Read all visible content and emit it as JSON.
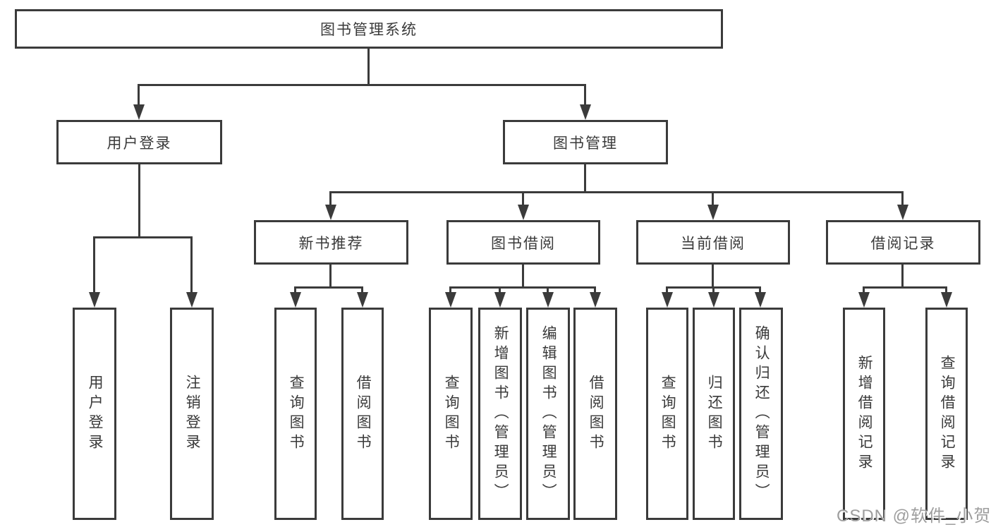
{
  "colors": {
    "line": "#3b3b3b",
    "box_border": "#3b3b3b",
    "text": "#3a3a3a",
    "background": "#ffffff",
    "watermark": "#9e9e9e"
  },
  "watermark": {
    "text": "CSDN @软件_小贺同学"
  },
  "tree": {
    "root": {
      "label": "图书管理系统"
    },
    "branches": [
      {
        "label": "用户登录",
        "leaves": [
          {
            "label": "用户登录"
          },
          {
            "label": "注销登录"
          }
        ]
      },
      {
        "label": "图书管理",
        "groups": [
          {
            "label": "新书推荐",
            "leaves": [
              {
                "label": "查询图书"
              },
              {
                "label": "借阅图书"
              }
            ]
          },
          {
            "label": "图书借阅",
            "leaves": [
              {
                "label": "查询图书"
              },
              {
                "label": "新增图书（管理员）"
              },
              {
                "label": "编辑图书（管理员）"
              },
              {
                "label": "借阅图书"
              }
            ]
          },
          {
            "label": "当前借阅",
            "leaves": [
              {
                "label": "查询图书"
              },
              {
                "label": "归还图书"
              },
              {
                "label": "确认归还（管理员）"
              }
            ]
          },
          {
            "label": "借阅记录",
            "leaves": [
              {
                "label": "新增借阅记录"
              },
              {
                "label": "查询借阅记录"
              }
            ]
          }
        ]
      }
    ]
  }
}
